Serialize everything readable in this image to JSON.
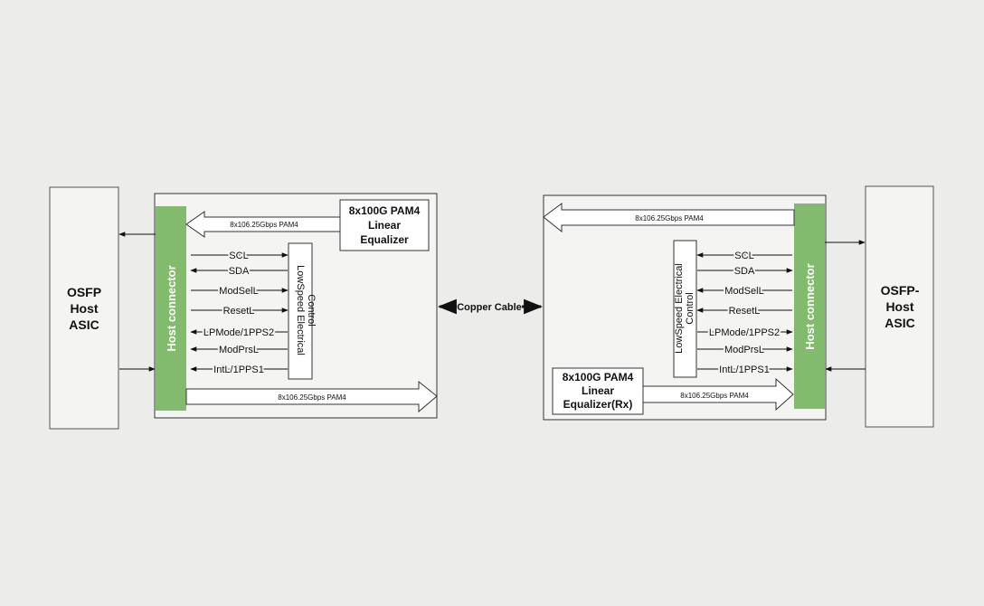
{
  "left_asic": {
    "line1": "OSFP",
    "line2": "Host",
    "line3": "ASIC"
  },
  "right_asic": {
    "line1": "OSFP-",
    "line2": "Host",
    "line3": "ASIC"
  },
  "host_connector": "Host connector",
  "lowspeed_control": {
    "line1": "LowSpeed Electrical",
    "line2": "Control"
  },
  "left_equalizer": {
    "line1": "8x100G PAM4",
    "line2": "Linear",
    "line3": "Equalizer"
  },
  "right_equalizer": {
    "line1": "8x100G PAM4",
    "line2": "Linear",
    "line3": "Equalizer(Rx)"
  },
  "lane_label": "8x106.25Gbps PAM4",
  "copper_cable": "Copper Cable",
  "signals": [
    "SCL",
    "SDA",
    "ModSelL",
    "ResetL",
    "LPMode/1PPS2",
    "ModPrsL",
    "IntL/1PPS1"
  ],
  "colors": {
    "green": "#82bb6d",
    "background": "#ececeb",
    "box": "#f4f4f2"
  }
}
